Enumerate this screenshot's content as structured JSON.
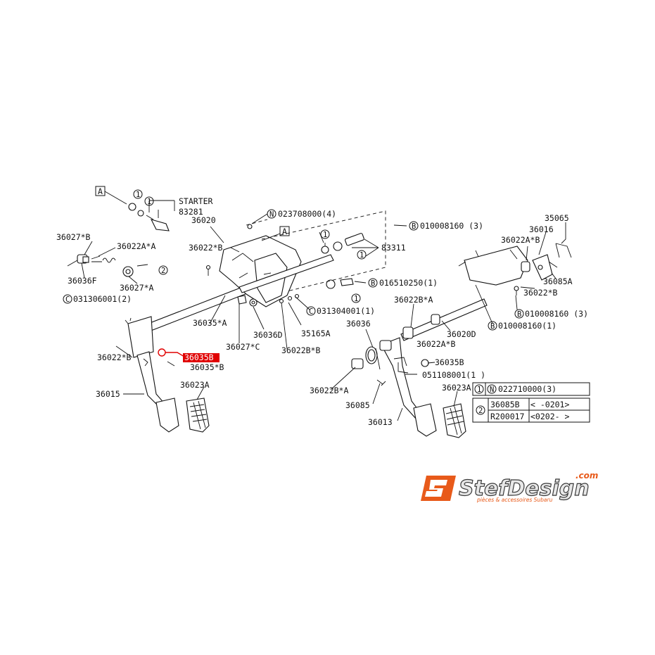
{
  "diagram": {
    "labels": {
      "box_a1": "A",
      "box_a2": "A",
      "starter": "STARTER",
      "p83281": "83281",
      "p36020": "36020",
      "n023708000": "023708000(4)",
      "b010008160_3_top": "010008160 (3)",
      "p35065": "35065",
      "p36016": "36016",
      "p36022AxB_r": "36022A*B",
      "p36027xB": "36027*B",
      "p36022AxA_l": "36022A*A",
      "p36022xB_top": "36022*B",
      "p83311": "83311",
      "p36036F": "36036F",
      "p36027xA": "36027*A",
      "c031306001": "031306001(2)",
      "b016510250": "016510250(1)",
      "p36085A": "36085A",
      "p36022xB_r": "36022*B",
      "p36022BxA_top": "36022B*A",
      "b010008160_3_r": "010008160 (3)",
      "c031304001": "031304001(1)",
      "p36035xA": "36035*A",
      "p36036D": "36036D",
      "p35165A": "35165A",
      "p36036": "36036",
      "p36020D": "36020D",
      "b010008160_1": "010008160(1)",
      "p36022AxB_c": "36022A*B",
      "p36027xC": "36027*C",
      "p36022BxB": "36022B*B",
      "p36022xB_l": "36022*B",
      "highlight_part": "36035B",
      "p36035xB": "36035*B",
      "p36035B_r": "36035B",
      "p051108001": "051108001(1 )",
      "p36015": "36015",
      "p36023A_l": "36023A",
      "p36022BxA_bot": "36022B*A",
      "p36023A_r": "36023A",
      "p36085": "36085",
      "p36013": "36013"
    },
    "circle_refs": {
      "one": "1",
      "two": "2",
      "N": "N",
      "B": "B",
      "C": "C"
    },
    "table": {
      "row1_ref": "1",
      "row1_code": "022710000(3)",
      "row2_ref": "2",
      "row2a_part": "36085B",
      "row2a_range": "<   -0201>",
      "row2b_part": "R200017",
      "row2b_range": "<0202-    >"
    }
  },
  "logo": {
    "brand": "StefDesign",
    "domain": ".com",
    "tagline": "pièces & accessoires Subaru",
    "accent_color": "#e85a1a"
  }
}
